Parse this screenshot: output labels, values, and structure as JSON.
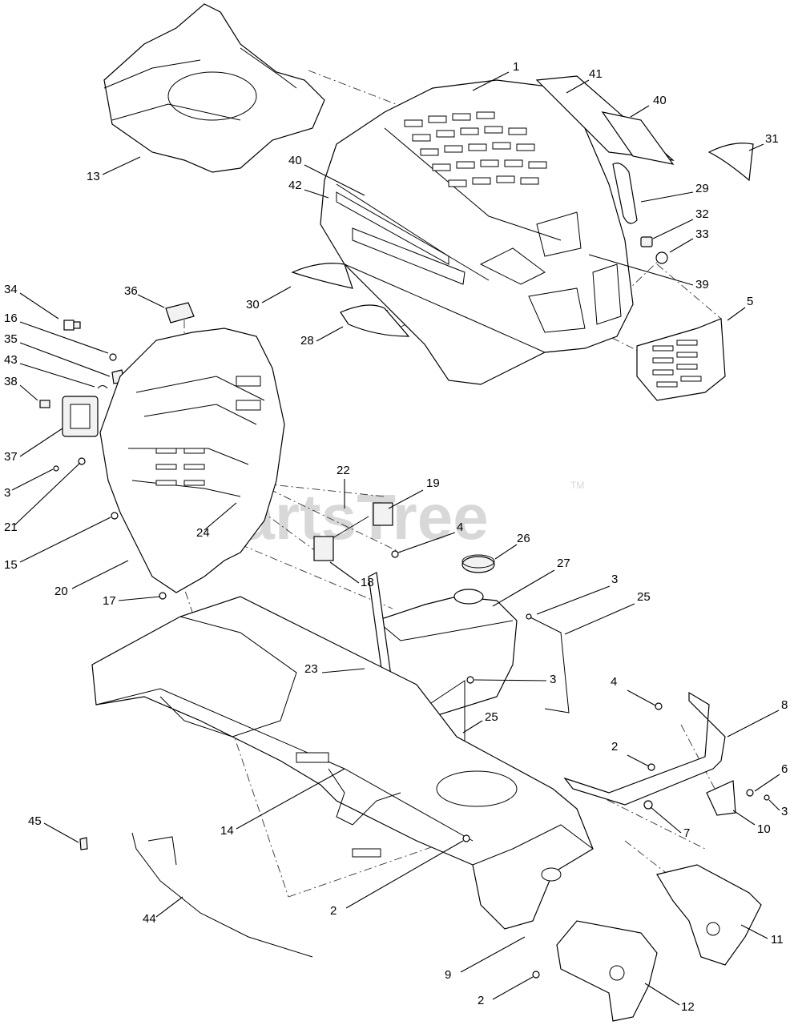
{
  "watermark": {
    "text": "PartsTree",
    "trademark": "TM"
  },
  "callouts": [
    {
      "id": "c1",
      "label": "1"
    },
    {
      "id": "c41",
      "label": "41"
    },
    {
      "id": "c40a",
      "label": "40"
    },
    {
      "id": "c31",
      "label": "31"
    },
    {
      "id": "c13",
      "label": "13"
    },
    {
      "id": "c40b",
      "label": "40"
    },
    {
      "id": "c42",
      "label": "42"
    },
    {
      "id": "c29",
      "label": "29"
    },
    {
      "id": "c32",
      "label": "32"
    },
    {
      "id": "c33",
      "label": "33"
    },
    {
      "id": "c30",
      "label": "30"
    },
    {
      "id": "c39",
      "label": "39"
    },
    {
      "id": "c34",
      "label": "34"
    },
    {
      "id": "c36",
      "label": "36"
    },
    {
      "id": "c5",
      "label": "5"
    },
    {
      "id": "c16",
      "label": "16"
    },
    {
      "id": "c35",
      "label": "35"
    },
    {
      "id": "c28",
      "label": "28"
    },
    {
      "id": "c43",
      "label": "43"
    },
    {
      "id": "c38",
      "label": "38"
    },
    {
      "id": "c37",
      "label": "37"
    },
    {
      "id": "c3a",
      "label": "3"
    },
    {
      "id": "c22",
      "label": "22"
    },
    {
      "id": "c19",
      "label": "19"
    },
    {
      "id": "c21",
      "label": "21"
    },
    {
      "id": "c24",
      "label": "24"
    },
    {
      "id": "c4a",
      "label": "4"
    },
    {
      "id": "c15",
      "label": "15"
    },
    {
      "id": "c26",
      "label": "26"
    },
    {
      "id": "c18",
      "label": "18"
    },
    {
      "id": "c20",
      "label": "20"
    },
    {
      "id": "c27",
      "label": "27"
    },
    {
      "id": "c3b",
      "label": "3"
    },
    {
      "id": "c25a",
      "label": "25"
    },
    {
      "id": "c17",
      "label": "17"
    },
    {
      "id": "c23",
      "label": "23"
    },
    {
      "id": "c3c",
      "label": "3"
    },
    {
      "id": "c4b",
      "label": "4"
    },
    {
      "id": "c8",
      "label": "8"
    },
    {
      "id": "c25b",
      "label": "25"
    },
    {
      "id": "c2a",
      "label": "2"
    },
    {
      "id": "c6",
      "label": "6"
    },
    {
      "id": "c3d",
      "label": "3"
    },
    {
      "id": "c45",
      "label": "45"
    },
    {
      "id": "c10",
      "label": "10"
    },
    {
      "id": "c14",
      "label": "14"
    },
    {
      "id": "c7",
      "label": "7"
    },
    {
      "id": "c2b",
      "label": "2"
    },
    {
      "id": "c44",
      "label": "44"
    },
    {
      "id": "c11",
      "label": "11"
    },
    {
      "id": "c9",
      "label": "9"
    },
    {
      "id": "c2c",
      "label": "2"
    },
    {
      "id": "c12",
      "label": "12"
    }
  ]
}
